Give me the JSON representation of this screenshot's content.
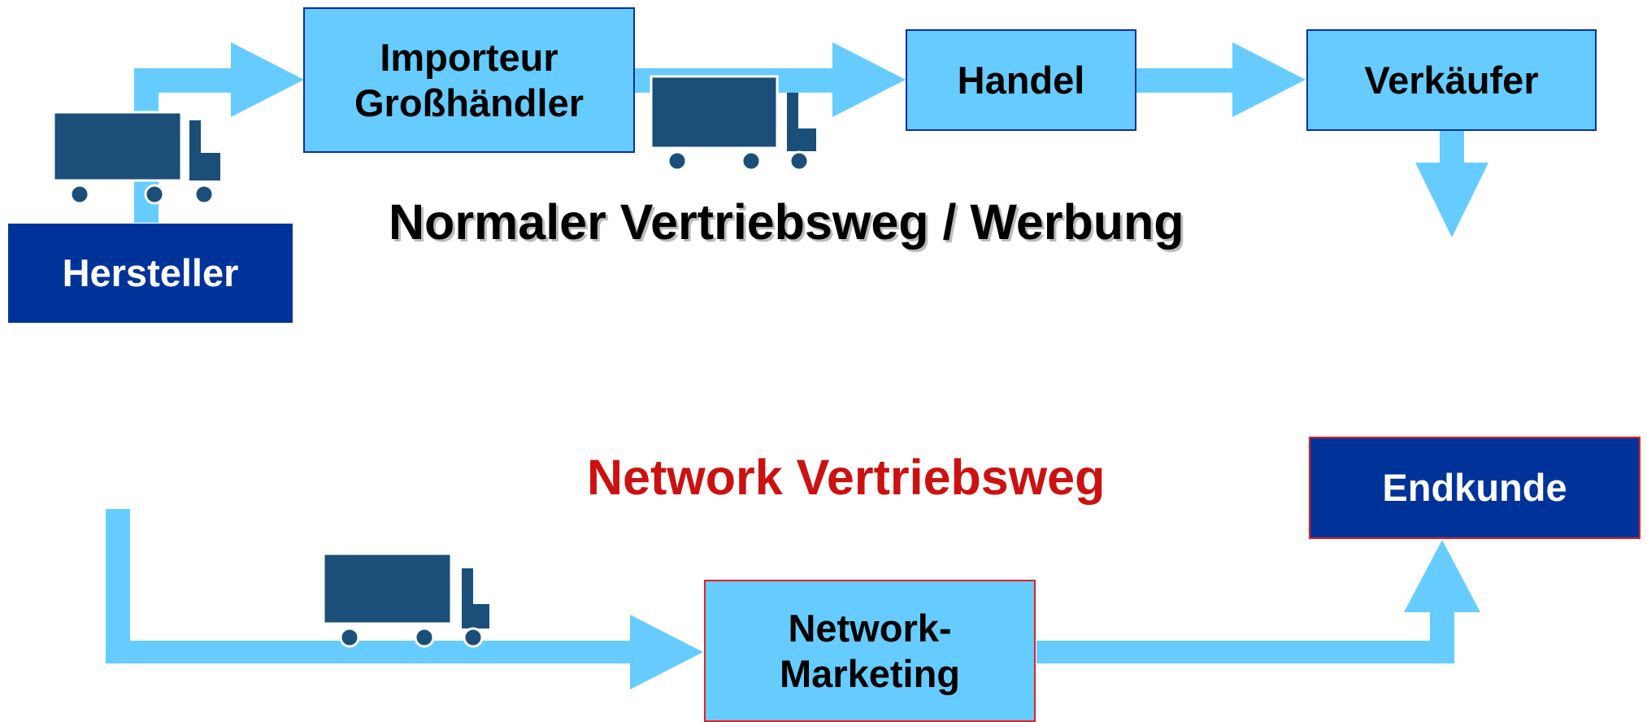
{
  "colors": {
    "arrow": "#66ccff",
    "box_fill": "#66ccff",
    "box_border": "#0a2fa0",
    "dark_box": "#003399",
    "truck": "#1b4f79",
    "heading_red": "#cc1111",
    "highlight_border": "#dd2222"
  },
  "icons": [
    "truck-icon"
  ],
  "boxes": {
    "hersteller": "Hersteller",
    "importeur_line1": "Importeur",
    "importeur_line2": "Großhändler",
    "handel": "Handel",
    "verkaeufer": "Verkäufer",
    "endkunde": "Endkunde",
    "network_marketing_line1": "Network-",
    "network_marketing_line2": "Marketing"
  },
  "headings": {
    "normal": "Normaler Vertriebsweg / Werbung",
    "network": "Network Vertriebsweg"
  }
}
